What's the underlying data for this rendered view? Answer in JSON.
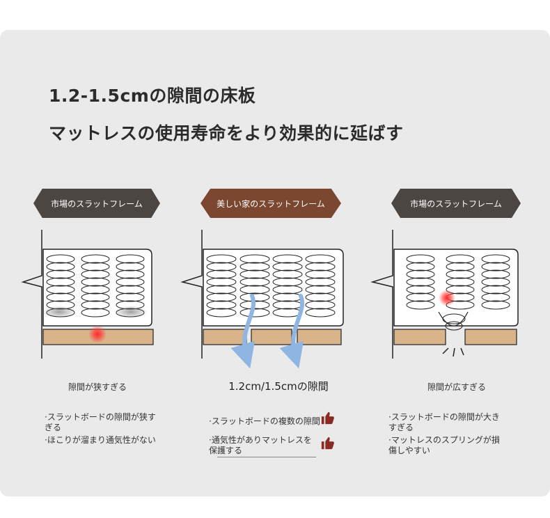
{
  "headline": {
    "line1": "1.2-1.5cmの隙間の床板",
    "line2": "マットレスの使用寿命をより効果的に延ばす"
  },
  "panels": [
    {
      "badge": "市場のスラットフレーム",
      "caption": "隙間が狭すぎる",
      "bullets": [
        "·スラットボードの隙間が狭すぎる",
        "·ほこりが溜まり通気性がない"
      ]
    },
    {
      "badge": "美しい家のスラットフレーム",
      "caption": "1.2cm/1.5cmの隙間",
      "bullets": [
        "·スラットボードの複数の隙間",
        "·通気性がありマットレスを保護する"
      ]
    },
    {
      "badge": "市場のスラットフレーム",
      "caption": "隙間が広すぎる",
      "bullets": [
        "·スラットボードの隙間が大きすぎる",
        "·マットレスのスプリングが損傷しやすい"
      ]
    }
  ],
  "icons": {
    "thumb": "thumbs-up-icon",
    "thumb_color": "#8b2a22"
  },
  "colors": {
    "badge_dark": "#4c4643",
    "badge_brown": "#7c4730",
    "slat": "#d9b48a",
    "arrow": "#8fb6e3",
    "pressure": "#e03030"
  }
}
